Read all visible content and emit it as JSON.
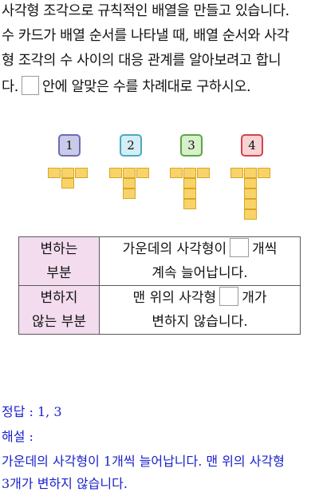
{
  "problem": {
    "line1": "사각형 조각으로 규칙적인 배열을 만들고 있습니다.",
    "line2": "수 카드가 배열 순서를 나타낼 때, 배열 순서와 사각",
    "line3": "형 조각의 수 사이의 대응 관계를 알아보려고 합니",
    "line4_pre": "다.",
    "line4_post": "안에 알맞은 수를 차례대로 구하시오."
  },
  "cards": [
    {
      "label": "1",
      "border": "#6e6bb5",
      "fill": "#c9cbe8",
      "column_squares": 1
    },
    {
      "label": "2",
      "border": "#49a9c6",
      "fill": "#d4eef4",
      "column_squares": 2
    },
    {
      "label": "3",
      "border": "#5aa840",
      "fill": "#d8efcc",
      "column_squares": 3
    },
    {
      "label": "4",
      "border": "#d2434f",
      "fill": "#f8d3d3",
      "column_squares": 4
    }
  ],
  "table": {
    "row1_head_a": "변하는",
    "row1_head_b": "부분",
    "row1_body_a_pre": "가운데의 사각형이",
    "row1_body_a_post": "개씩",
    "row1_body_b": "계속 늘어납니다.",
    "row2_head_a": "변하지",
    "row2_head_b": "않는 부분",
    "row2_body_a_pre": "맨 위의 사각형",
    "row2_body_a_post": "개가",
    "row2_body_b": "변하지 않습니다."
  },
  "answer": {
    "label": "정답 : 1, 3",
    "explain_label": "해설 :",
    "explain_line1": "가운데의 사각형이 1개씩 늘어납니다. 맨 위의 사각형",
    "explain_line2": "3개가 변하지 않습니다."
  },
  "colors": {
    "answer_text": "#1a22cc",
    "table_header_bg": "#f2dcee",
    "square_fill": "#f7d36a"
  }
}
